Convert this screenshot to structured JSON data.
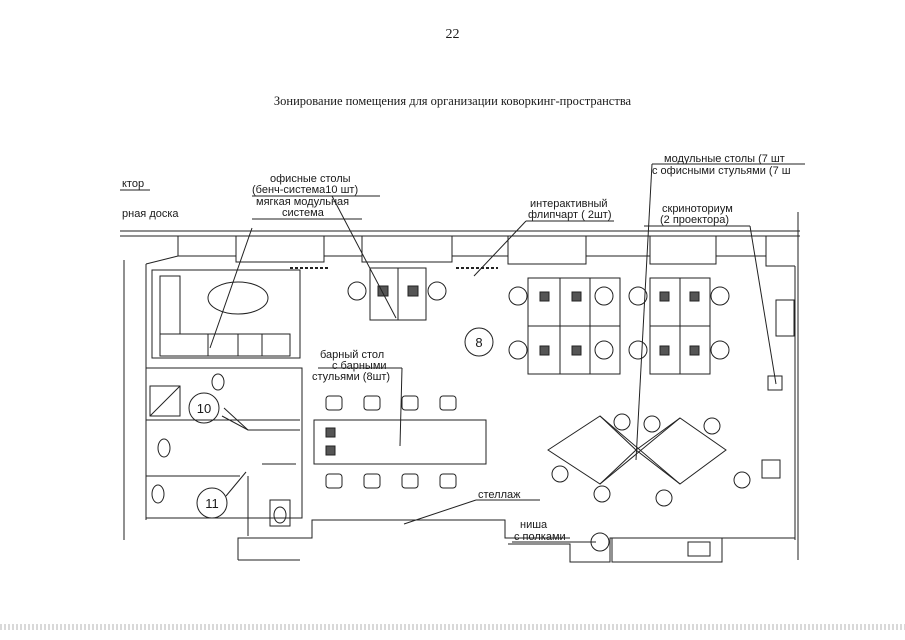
{
  "page_number": "22",
  "title": "Зонирование помещения для организации коворкинг-пространства",
  "labels": {
    "projector_fragment": "ктор",
    "board_fragment": "рная доска",
    "office_desks_line1": "офисные столы",
    "office_desks_line2": "(бенч-система10 шт)",
    "soft_modular_line1": "мягкая модульная",
    "soft_modular_line2": "система",
    "flipchart_line1": "интерактивный",
    "flipchart_line2": "флипчарт ( 2шт)",
    "modular_desks_line1": "модульные столы (7 шт",
    "modular_desks_line2": "с офисными стульями (7 ш",
    "screen_line1": "скриноториум",
    "screen_line2": "(2 проектора)",
    "bar_line1": "барный стол",
    "bar_line2": "с барными",
    "bar_line3": "стульями (8шт)",
    "shelf": "стеллаж",
    "niche_line1": "ниша",
    "niche_line2": "с полками"
  },
  "room_numbers": {
    "main_hall": "8",
    "room_a": "10",
    "room_b": "11"
  }
}
